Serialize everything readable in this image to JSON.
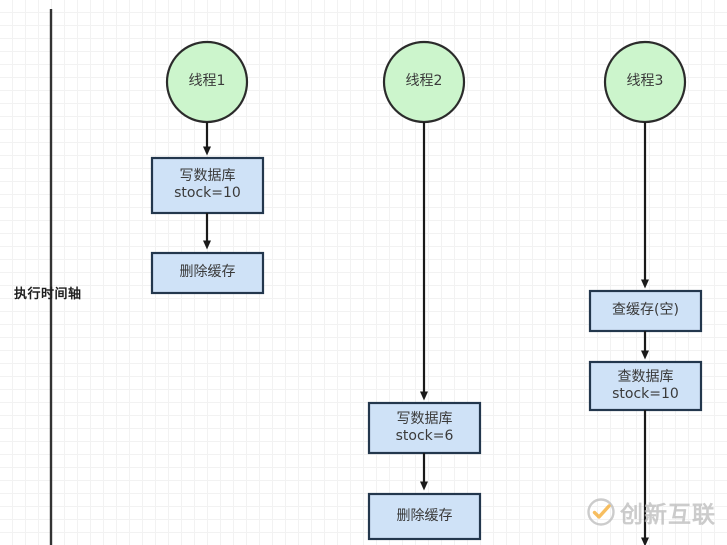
{
  "diagram": {
    "type": "timeline-sequence-flowchart",
    "axis": {
      "label": "执行时间轴",
      "line_color": "#333333"
    },
    "colors": {
      "circle_fill": "#ccf5cc",
      "circle_stroke": "#2b2b2b",
      "box_fill": "#cfe2f7",
      "box_stroke": "#23374d",
      "arrow": "#1a1a1a",
      "grid_minor": "#f2f2f2",
      "grid_major": "#e8e8e8",
      "watermark": "#b9b9b9",
      "watermark_accent": "#f5a623"
    },
    "threads": [
      {
        "id": "thread-1",
        "title": "线程1",
        "steps": [
          {
            "id": "t1-step-1",
            "text": "写数据库\nstock=10"
          },
          {
            "id": "t1-step-2",
            "text": "删除缓存"
          }
        ]
      },
      {
        "id": "thread-2",
        "title": "线程2",
        "steps": [
          {
            "id": "t2-step-1",
            "text": "写数据库\nstock=6"
          },
          {
            "id": "t2-step-2",
            "text": "删除缓存"
          }
        ]
      },
      {
        "id": "thread-3",
        "title": "线程3",
        "steps": [
          {
            "id": "t3-step-1",
            "text": "查缓存(空)"
          },
          {
            "id": "t3-step-2",
            "text": "查数据库\nstock=10"
          }
        ]
      }
    ]
  },
  "watermark": {
    "text": "创新互联"
  }
}
